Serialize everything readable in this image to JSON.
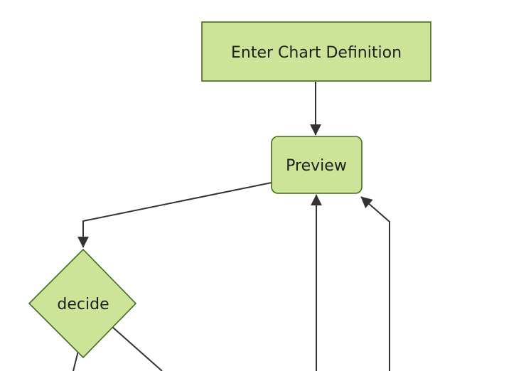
{
  "diagram": {
    "type": "flowchart",
    "direction": "top-down",
    "background_color": "#ffffff",
    "colors": {
      "node_fill": "#cde498",
      "node_border": "#3f6c21",
      "edge_line": "#333333",
      "label_text": "#1f1f1f"
    },
    "nodes": [
      {
        "id": "enter-chart-definition",
        "label": "Enter Chart Definition",
        "shape": "rectangle"
      },
      {
        "id": "preview",
        "label": "Preview",
        "shape": "rounded-rectangle"
      },
      {
        "id": "decide",
        "label": "decide",
        "shape": "diamond"
      }
    ],
    "edges": [
      {
        "from": "enter-chart-definition",
        "to": "preview",
        "arrowhead": true
      },
      {
        "from": "preview",
        "to": "decide",
        "arrowhead": true
      },
      {
        "from": "offscreen-bottom",
        "to": "preview",
        "arrowhead": true
      },
      {
        "from": "offscreen-bottom-right",
        "to": "preview",
        "arrowhead": true
      },
      {
        "from": "decide",
        "to": "offscreen-bottom-left",
        "arrowhead": false
      },
      {
        "from": "decide",
        "to": "offscreen-bottom-right",
        "arrowhead": false
      }
    ]
  }
}
